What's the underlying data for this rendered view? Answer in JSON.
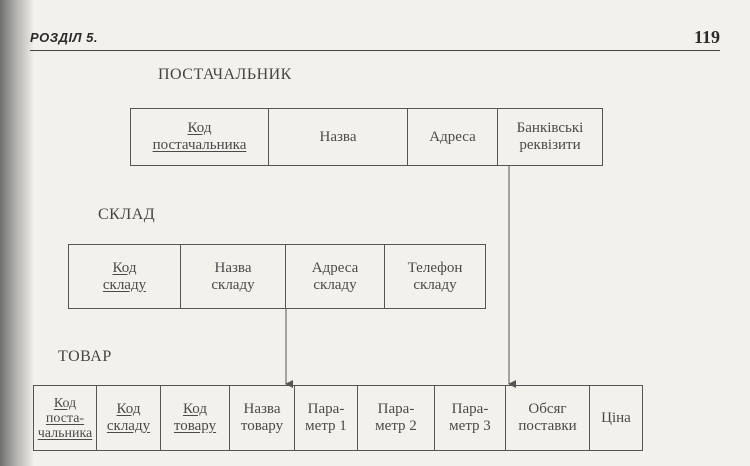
{
  "header": {
    "section": "РОЗДІЛ 5.",
    "page_number": "119"
  },
  "supplier": {
    "title": "ПОСТАЧАЛЬНИК",
    "fields": [
      {
        "line1": "Код",
        "line2": "постачальника",
        "key": true
      },
      {
        "line1": "Назва",
        "line2": "",
        "key": false
      },
      {
        "line1": "Адреса",
        "line2": "",
        "key": false
      },
      {
        "line1": "Банківські",
        "line2": "реквізити",
        "key": false
      }
    ]
  },
  "warehouse": {
    "title": "СКЛАД",
    "fields": [
      {
        "line1": "Код",
        "line2": "складу",
        "key": true
      },
      {
        "line1": "Назва",
        "line2": "складу",
        "key": false
      },
      {
        "line1": "Адреса",
        "line2": "складу",
        "key": false
      },
      {
        "line1": "Телефон",
        "line2": "складу",
        "key": false
      }
    ]
  },
  "product": {
    "title": "ТОВАР",
    "fields": [
      {
        "line1": "Код",
        "line2": "поста-",
        "line3": "чальника",
        "key": true
      },
      {
        "line1": "Код",
        "line2": "складу",
        "line3": "",
        "key": true
      },
      {
        "line1": "Код",
        "line2": "товару",
        "line3": "",
        "key": true
      },
      {
        "line1": "Назва",
        "line2": "товару",
        "line3": "",
        "key": false
      },
      {
        "line1": "Пара-",
        "line2": "метр 1",
        "line3": "",
        "key": false
      },
      {
        "line1": "Пара-",
        "line2": "метр 2",
        "line3": "",
        "key": false
      },
      {
        "line1": "Пара-",
        "line2": "метр 3",
        "line3": "",
        "key": false
      },
      {
        "line1": "Обсяг",
        "line2": "поставки",
        "line3": "",
        "key": false
      },
      {
        "line1": "Ціна",
        "line2": "",
        "line3": "",
        "key": false
      }
    ]
  }
}
